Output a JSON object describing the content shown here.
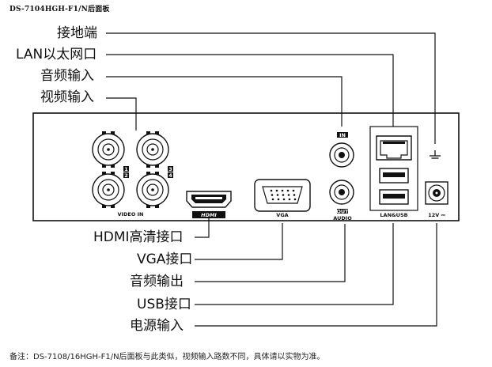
{
  "title": "DS-7104HGH-F1/N后面板",
  "callouts_top": {
    "ground": "接地端",
    "lan": "LAN以太网口",
    "audio_in": "音频输入",
    "video_in": "视频输入"
  },
  "callouts_bottom": {
    "hdmi": "HDMI高清接口",
    "vga": "VGA接口",
    "audio_out": "音频输出",
    "usb": "USB接口",
    "power": "电源输入"
  },
  "panel_labels": {
    "video_in": "VIDEO IN",
    "hdmi": "HDMI",
    "vga": "VGA",
    "audio": "AUDIO",
    "in": "IN",
    "out": "OUT",
    "lan_usb": "LAN&USB",
    "power": "12V ⎓",
    "bnc_1": "1",
    "bnc_2": "2",
    "bnc_3": "3",
    "bnc_4": "4"
  },
  "footnote": "备注：DS-7108/16HGH-F1/N后面板与此类似，视频输入路数不同，具体请以实物为准。"
}
